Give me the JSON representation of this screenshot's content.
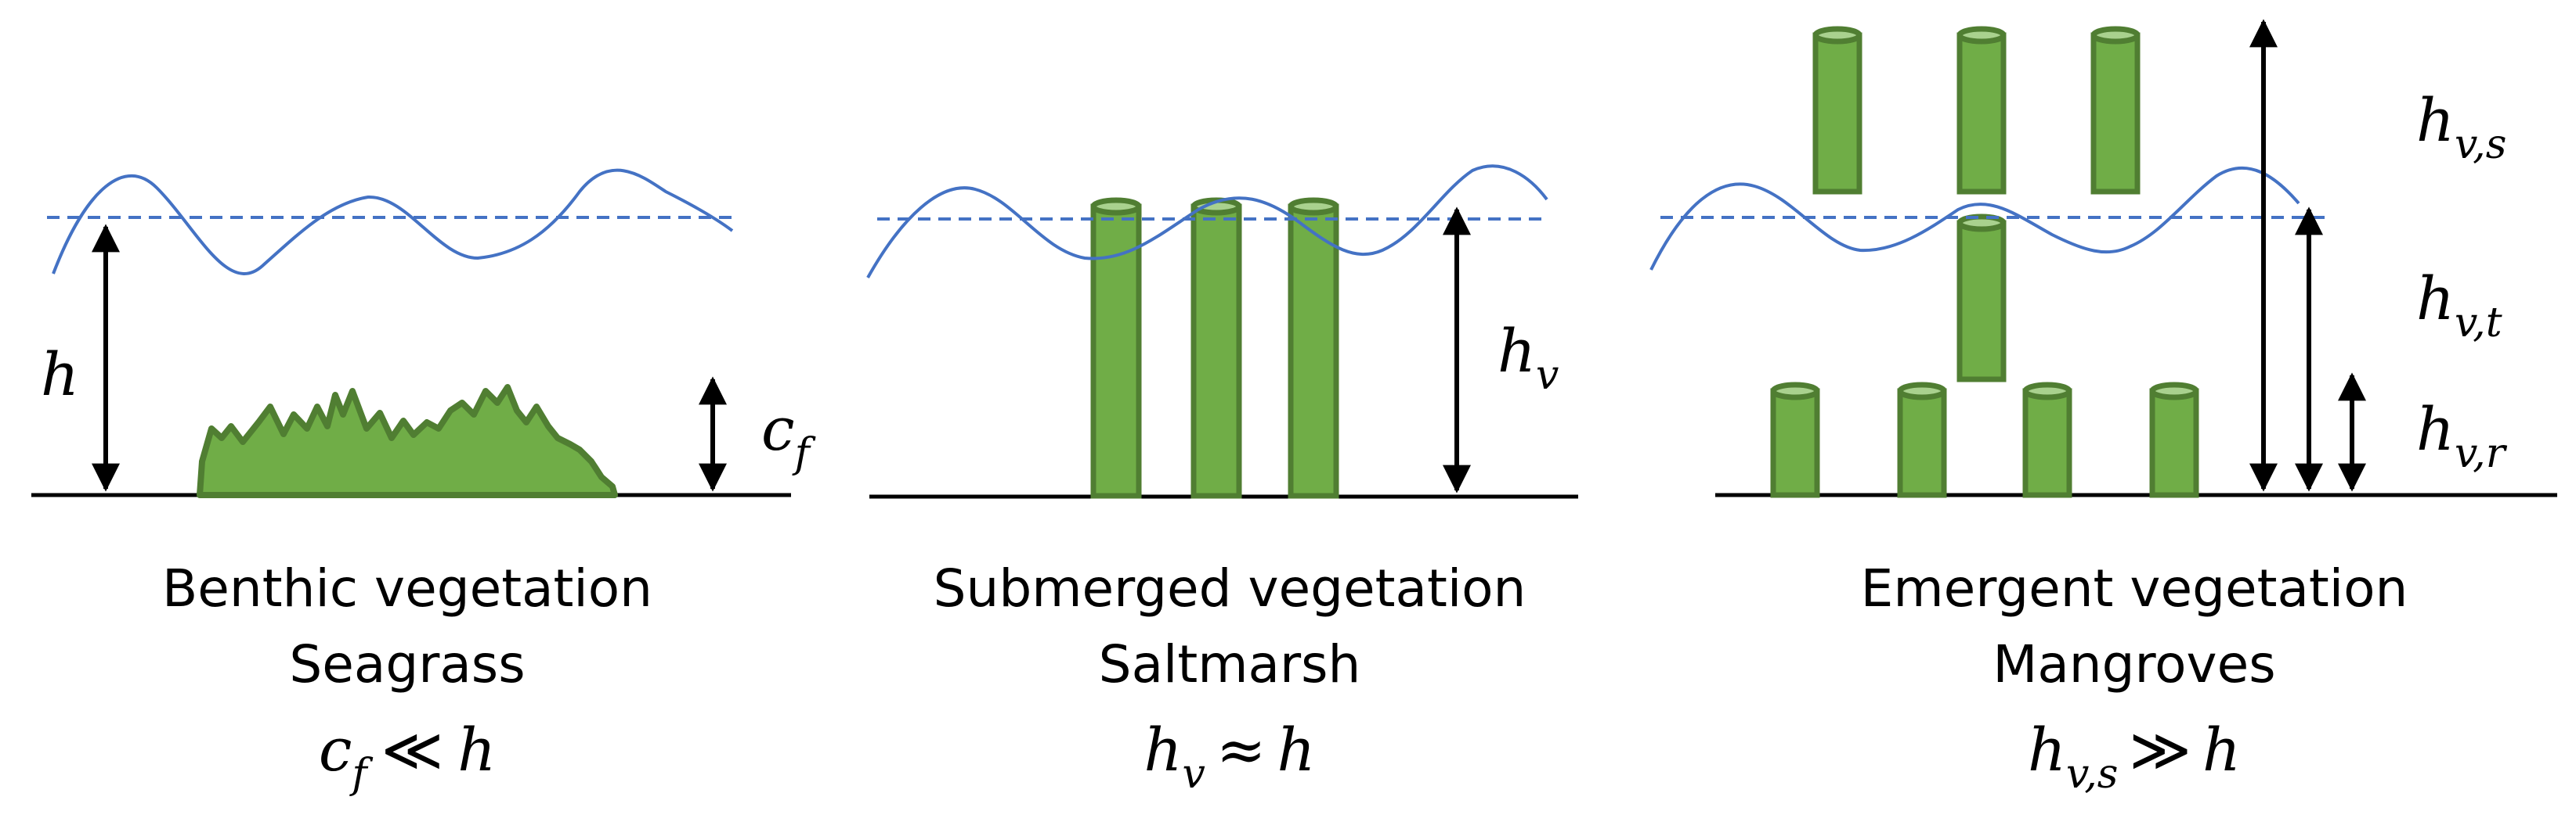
{
  "colors": {
    "vegetation_fill": "#70ad47",
    "vegetation_stroke": "#507e32",
    "water_line": "#4472c4",
    "ground_line": "#000000",
    "arrow": "#000000"
  },
  "panels": [
    {
      "id": "benthic",
      "title": "Benthic vegetation",
      "subtitle": "Seagrass",
      "relation": {
        "lhs": "c",
        "lhs_sub": "f",
        "op": "≪",
        "rhs": "h"
      },
      "labels": {
        "depth": {
          "main": "h"
        },
        "height": {
          "main": "c",
          "sub": "f"
        }
      }
    },
    {
      "id": "submerged",
      "title": "Submerged vegetation",
      "subtitle": "Saltmarsh",
      "relation": {
        "lhs": "h",
        "lhs_sub": "v",
        "op": "≈",
        "rhs": "h"
      },
      "labels": {
        "height": {
          "main": "h",
          "sub": "v"
        }
      }
    },
    {
      "id": "emergent",
      "title": "Emergent vegetation",
      "subtitle": "Mangroves",
      "relation": {
        "lhs": "h",
        "lhs_sub": "v,s",
        "op": "≫",
        "rhs": "h"
      },
      "labels": {
        "stem": {
          "main": "h",
          "sub": "v,s"
        },
        "trunk": {
          "main": "h",
          "sub": "v,t"
        },
        "root": {
          "main": "h",
          "sub": "v,r"
        }
      }
    }
  ]
}
